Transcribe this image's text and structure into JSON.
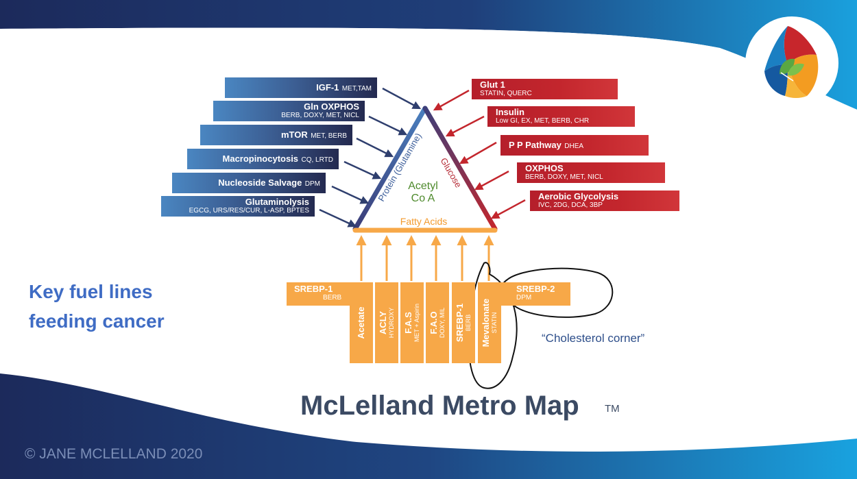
{
  "colors": {
    "navy": "#1c2a5b",
    "bright_blue": "#1ea1dd",
    "left_bar_start": "#4a86c1",
    "left_bar_end": "#242a50",
    "right_bar": "#c3262d",
    "orange": "#f7a848",
    "headline_blue": "#3f6cc4",
    "title_slate": "#3b4a63"
  },
  "left_bars": [
    {
      "main": "IGF-1",
      "drug": "MET,TAM",
      "sub": ""
    },
    {
      "main": "Gln OXPHOS",
      "drug": "",
      "sub": "BERB, DOXY, MET, NICL"
    },
    {
      "main": "mTOR",
      "drug": "MET, BERB",
      "sub": ""
    },
    {
      "main": "Macropinocytosis",
      "drug": "CQ, LRTD",
      "sub": ""
    },
    {
      "main": "Nucleoside Salvage",
      "drug": "DPM",
      "sub": ""
    },
    {
      "main": "Glutaminolysis",
      "drug": "",
      "sub": "EGCG, URS/RES/CUR, L-ASP, BPTES"
    }
  ],
  "right_bars": [
    {
      "main": "Glut 1",
      "drug": "",
      "sub": "STATIN, QUERC"
    },
    {
      "main": "Insulin",
      "drug": "",
      "sub": "Low GI, EX, MET, BERB, CHR"
    },
    {
      "main": "P P Pathway",
      "drug": "DHEA",
      "sub": ""
    },
    {
      "main": "OXPHOS",
      "drug": "",
      "sub": "BERB, DOXY, MET, NICL"
    },
    {
      "main": "Aerobic Glycolysis",
      "drug": "",
      "sub": "IVC, 2DG, DCA, 3BP"
    }
  ],
  "triangle": {
    "left_side": "Protein (Glutamine)",
    "right_side": "Glucose",
    "base": "Fatty Acids",
    "center_line1": "Acetyl",
    "center_line2": "Co A"
  },
  "srebp1": {
    "main": "SREBP-1",
    "sub": "BERB"
  },
  "srebp2": {
    "main": "SREBP-2",
    "sub": "DPM"
  },
  "columns": [
    {
      "main": "Acetate",
      "sub": ""
    },
    {
      "main": "ACLY",
      "sub": "HYDROXY"
    },
    {
      "main": "F.A.S",
      "sub": "MET + Aspirin"
    },
    {
      "main": "F.A.O",
      "sub": "DOXY, MIL"
    },
    {
      "main": "SREBP-1",
      "sub": "BERB"
    },
    {
      "main": "Mevalonate",
      "sub": "STATIN"
    }
  ],
  "cholesterol_note": "“Cholesterol corner”",
  "headline": {
    "line1": "Key fuel lines",
    "line2": "feeding cancer"
  },
  "map_title": "McLelland Metro Map",
  "trademark": "TM",
  "copyright": "© JANE MCLELLAND 2020"
}
